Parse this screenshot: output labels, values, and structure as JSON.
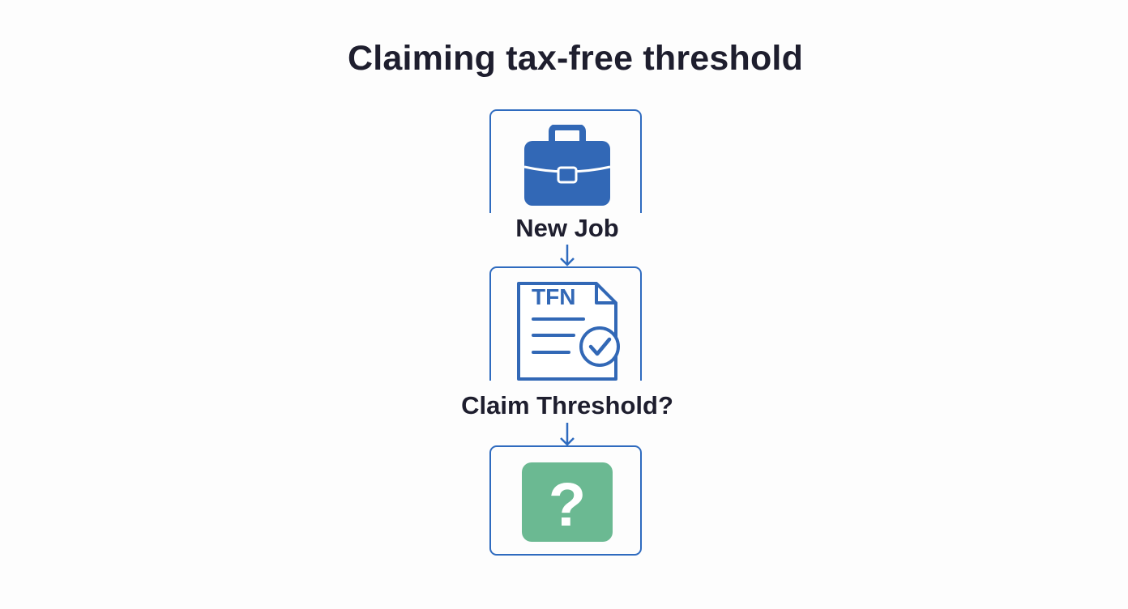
{
  "title": "Claiming tax-free threshold",
  "nodes": [
    {
      "label": "New Job",
      "icon": "briefcase-icon"
    },
    {
      "label": "Claim Threshold?",
      "icon": "tfn-document-check-icon",
      "icon_text": "TFN"
    },
    {
      "label": "",
      "icon": "question-mark-icon",
      "icon_text": "?"
    }
  ],
  "colors": {
    "accent_blue": "#2f6bbf",
    "icon_blue": "#3268b6",
    "question_green": "#6bb992",
    "text": "#1e1e2e",
    "background": "#fdfdfd"
  }
}
